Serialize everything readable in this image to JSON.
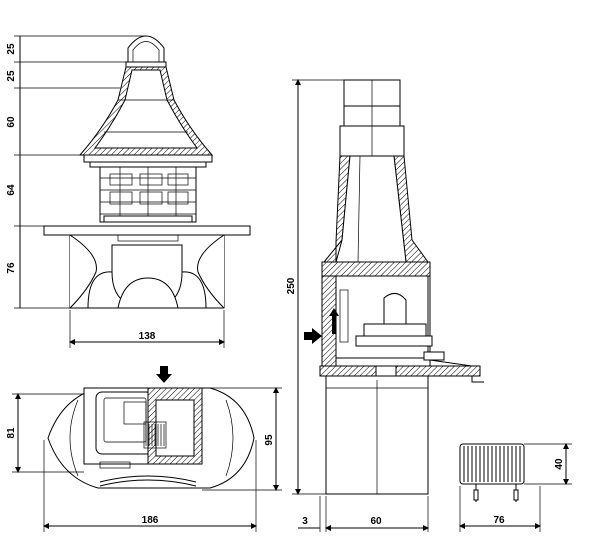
{
  "front_view": {
    "height_dims": [
      "25",
      "25",
      "60",
      "64",
      "76"
    ],
    "width_dim": "138"
  },
  "top_view": {
    "depth_dim_left": "81",
    "depth_dim_right": "95",
    "width_dim": "186"
  },
  "side_view": {
    "height_dim": "250",
    "offset_dim": "3",
    "depth_dim": "60"
  },
  "grill_detail": {
    "height_dim": "40",
    "width_dim": "76"
  }
}
